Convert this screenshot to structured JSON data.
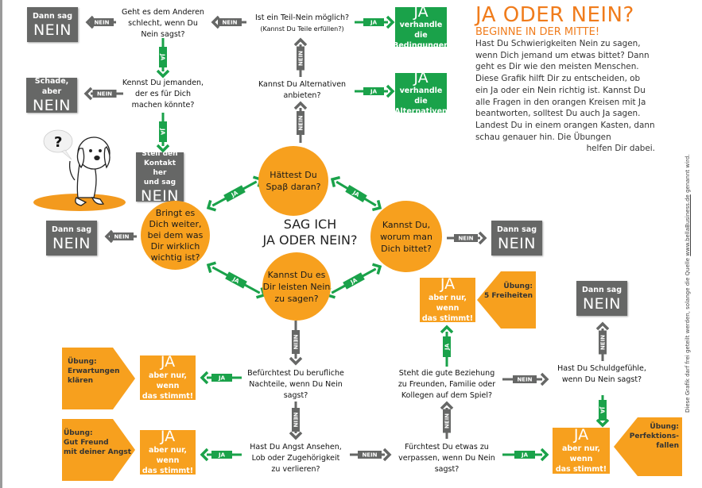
{
  "header": {
    "title": "JA ODER NEIN?",
    "subtitle": "BEGINNE IN DER MITTE!",
    "intro_lines": [
      "Hast Du Schwierigkeiten Nein zu sagen,",
      "wenn Dich jemand um etwas bittet? Dann",
      "geht es Dir wie den meisten Menschen.",
      "Diese Grafik hilft Dir zu entscheiden, ob",
      "ein Ja oder ein Nein richtig ist. Kannst Du",
      "alle Fragen in den orangen Kreisen mit Ja",
      "beantworten, solltest Du auch Ja sagen.",
      "Landest Du in einem orangen Kasten, dann",
      "schau genauer hin. Die Übungen",
      "helfen Dir dabei."
    ]
  },
  "center": {
    "line1": "SAG ICH",
    "line2": "JA ODER NEIN?"
  },
  "circles": {
    "top": [
      "Hättest Du",
      "Spaβ daran?"
    ],
    "left": [
      "Bringt es",
      "Dich weiter,",
      "bei dem was",
      "Dir wirklich",
      "wichtig ist?"
    ],
    "right": [
      "Kannst Du,",
      "worum man",
      "Dich bittet?"
    ],
    "bottom": [
      "Kannst Du es",
      "Dir leisten Nein",
      "zu sagen?"
    ]
  },
  "questions": {
    "teil_nein": {
      "main": "Ist ein Teil-Nein möglich?",
      "sub": "(Kannst Du Teile erfüllen?)"
    },
    "alternativen": [
      "Kannst Du Alternativen",
      "anbieten?"
    ],
    "anderen": [
      "Geht es dem Anderen",
      "schlecht, wenn Du",
      "Nein sagst?"
    ],
    "jemanden": [
      "Kennst Du jemanden,",
      "der es für Dich",
      "machen könnte?"
    ],
    "beruflich": [
      "Befürchtest Du berufliche",
      "Nachteile, wenn Du Nein",
      "sagst?"
    ],
    "ansehen": [
      "Hast Du Angst Ansehen,",
      "Lob oder Zugehörigkeit",
      "zu verlieren?"
    ],
    "verpassen": [
      "Fürchtest Du etwas zu",
      "verpassen, wenn Du Nein",
      "sagst?"
    ],
    "beziehung": [
      "Steht die gute Beziehung",
      "zu Freunden, Familie oder",
      "Kollegen auf dem Spiel?"
    ],
    "schuld": [
      "Hast Du Schuldgefühle,",
      "wenn Du Nein sagst?"
    ]
  },
  "boxes": {
    "nein_top_left": {
      "small": "Dann sag",
      "big": "NEIN"
    },
    "nein_schade": {
      "small": "Schade, aber",
      "big": "NEIN"
    },
    "nein_kontakt": {
      "small_lines": [
        "Stell den",
        "Kontakt her",
        "und sag"
      ],
      "big": "NEIN"
    },
    "nein_left": {
      "small": "Dann sag",
      "big": "NEIN"
    },
    "nein_right": {
      "small": "Dann sag",
      "big": "NEIN"
    },
    "nein_schuld": {
      "small": "Dann sag",
      "big": "NEIN"
    },
    "ja_bedingungen": {
      "big": "JA",
      "small_lines": [
        "verhandle die",
        "Bedingungen"
      ]
    },
    "ja_alternativen": {
      "big": "JA",
      "small_lines": [
        "verhandle die",
        "Alternativen"
      ]
    },
    "ja_orange": {
      "big": "JA",
      "small_lines": [
        "aber nur, wenn",
        "das stimmt!"
      ]
    }
  },
  "exercises": {
    "freiheiten": [
      "Übung:",
      "5 Freiheiten"
    ],
    "erwartungen": [
      "Übung:",
      "Erwartungen",
      "klären"
    ],
    "gut_freund": [
      "Übung:",
      "Gut Freund",
      "mit deiner Angst"
    ],
    "perfektion": [
      "Übung:",
      "Perfektions-",
      "fallen"
    ]
  },
  "arrow_labels": {
    "ja": "JA",
    "nein": "NEIN"
  },
  "illustration": {
    "speech_bubble": "?"
  },
  "side_note": {
    "before": "Diese Grafik darf frei geteilt werden, solange die Quelle ",
    "link": "www.bellaBusiness.de",
    "after": " genannt wird."
  },
  "colors": {
    "orange": "#f7a01e",
    "title_orange": "#f07c1c",
    "green": "#1aa24a",
    "grey": "#666766"
  }
}
